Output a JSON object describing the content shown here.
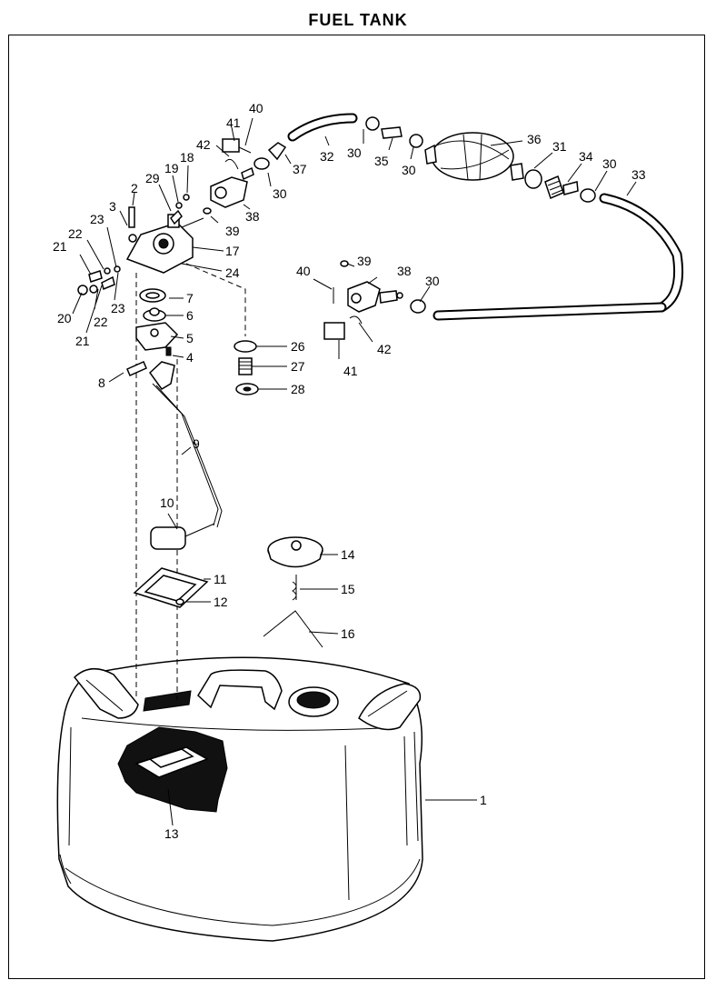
{
  "title": "FUEL TANK",
  "callouts": [
    {
      "id": "c1",
      "text": "1"
    },
    {
      "id": "c2",
      "text": "2"
    },
    {
      "id": "c3",
      "text": "3"
    },
    {
      "id": "c4",
      "text": "4"
    },
    {
      "id": "c5",
      "text": "5"
    },
    {
      "id": "c6",
      "text": "6"
    },
    {
      "id": "c7",
      "text": "7"
    },
    {
      "id": "c8",
      "text": "8"
    },
    {
      "id": "c9",
      "text": "9"
    },
    {
      "id": "c10",
      "text": "10"
    },
    {
      "id": "c11",
      "text": "11"
    },
    {
      "id": "c12",
      "text": "12"
    },
    {
      "id": "c13",
      "text": "13"
    },
    {
      "id": "c14",
      "text": "14"
    },
    {
      "id": "c15",
      "text": "15"
    },
    {
      "id": "c16",
      "text": "16"
    },
    {
      "id": "c17",
      "text": "17"
    },
    {
      "id": "c18",
      "text": "18"
    },
    {
      "id": "c19",
      "text": "19"
    },
    {
      "id": "c20",
      "text": "20"
    },
    {
      "id": "c21a",
      "text": "21"
    },
    {
      "id": "c21b",
      "text": "21"
    },
    {
      "id": "c22a",
      "text": "22"
    },
    {
      "id": "c22b",
      "text": "22"
    },
    {
      "id": "c23a",
      "text": "23"
    },
    {
      "id": "c23b",
      "text": "23"
    },
    {
      "id": "c24",
      "text": "24"
    },
    {
      "id": "c26",
      "text": "26"
    },
    {
      "id": "c27",
      "text": "27"
    },
    {
      "id": "c28",
      "text": "28"
    },
    {
      "id": "c29",
      "text": "29"
    },
    {
      "id": "c30a",
      "text": "30"
    },
    {
      "id": "c30b",
      "text": "30"
    },
    {
      "id": "c30c",
      "text": "30"
    },
    {
      "id": "c30d",
      "text": "30"
    },
    {
      "id": "c30e",
      "text": "30"
    },
    {
      "id": "c31",
      "text": "31"
    },
    {
      "id": "c32",
      "text": "32"
    },
    {
      "id": "c33",
      "text": "33"
    },
    {
      "id": "c34",
      "text": "34"
    },
    {
      "id": "c35",
      "text": "35"
    },
    {
      "id": "c36",
      "text": "36"
    },
    {
      "id": "c37",
      "text": "37"
    },
    {
      "id": "c38a",
      "text": "38"
    },
    {
      "id": "c38b",
      "text": "38"
    },
    {
      "id": "c39a",
      "text": "39"
    },
    {
      "id": "c39b",
      "text": "39"
    },
    {
      "id": "c40a",
      "text": "40"
    },
    {
      "id": "c40b",
      "text": "40"
    },
    {
      "id": "c41a",
      "text": "41"
    },
    {
      "id": "c41b",
      "text": "41"
    },
    {
      "id": "c42a",
      "text": "42"
    },
    {
      "id": "c42b",
      "text": "42"
    }
  ]
}
